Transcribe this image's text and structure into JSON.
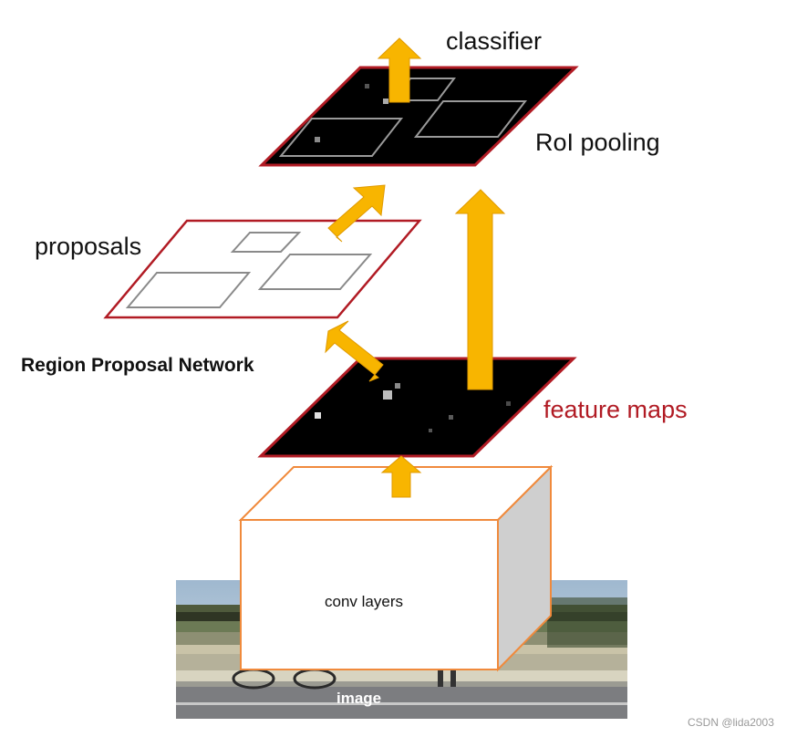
{
  "labels": {
    "classifier": "classifier",
    "roi_pooling": "RoI pooling",
    "proposals": "proposals",
    "rpn": "Region Proposal Network",
    "feature_maps": "feature maps",
    "conv_layers": "conv layers",
    "image": "image",
    "watermark": "CSDN @lida2003"
  },
  "colors": {
    "arrow": "#f8b500",
    "feature_map_border": "#b11b24",
    "conv_box_border": "#f08a3c",
    "conv_box_side": "#cfcfcf",
    "feature_map_fill": "#000000",
    "proposal_box": "#8a8a8a"
  }
}
